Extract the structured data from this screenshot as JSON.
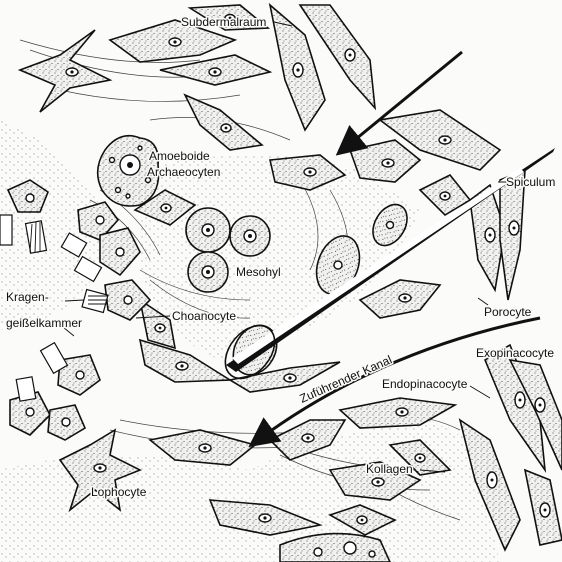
{
  "labels": {
    "subdermalraum": "Subdermalraum",
    "amoeboide": "Amoeboide",
    "archaeocyten": "Archaeocyten",
    "spiculum": "Spiculum",
    "mesohyl": "Mesohyl",
    "kragen": "Kragen-",
    "geisselkammer": "geißelkammer",
    "choanocyte": "Choanocyte",
    "porocyte": "Porocyte",
    "exopinacocyte": "Exopinacocyte",
    "zufuehrender_kanal": "Zuführender Kanal",
    "endopinacocyte": "Endopinacocyte",
    "kollagen": "Kollagen",
    "lophocyte": "Lophocyte"
  },
  "colors": {
    "ink": "#111111",
    "paper": "#fbfbfa"
  }
}
